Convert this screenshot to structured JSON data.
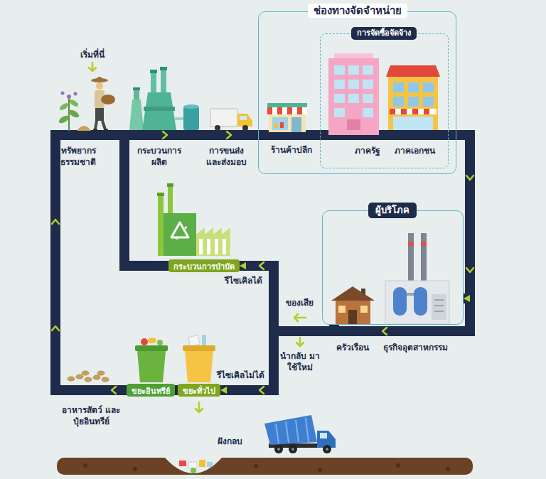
{
  "diagram": {
    "nodes": [
      {
        "text": [
          "ช่องทางจัดจำหน่าย",
          "ร้านค้าปลีก"
        ]
      },
      {
        "text": [
          "การจัดซื้อจัดจ้าง",
          "ภาครัฐ",
          "ภาคเอกชน"
        ],
        "in": 0
      },
      {
        "text": [
          "ผู้บริโภค"
        ]
      },
      {
        "text": [
          "กระบวนการบำบัด"
        ]
      },
      {
        "text": [
          "ขยะอินทรีย์"
        ]
      },
      {
        "text": [
          "ขยะทั่วไป"
        ]
      }
    ],
    "edges": [
      {
        "from": 0,
        "to": 2,
        "arrow": "to"
      },
      {
        "from": 2,
        "to": 3,
        "label": "รีไซเคิลได้",
        "arrow": "to"
      },
      {
        "from": 2,
        "to": 5,
        "label": "รีไซเคิลไม่ได้",
        "arrow": "to"
      }
    ],
    "labels": [
      "เริ่มที่นี่",
      "ทรัพยากร ธรรมชาติ",
      "กระบวนการ ผลิต",
      "การขนส่ง และส่งมอบ",
      "ครัวเรือน",
      "ธุรกิจอุตสาหกรรม",
      "ของเสีย",
      "นำกลับ มาใช้ใหม่",
      "อาหารสัตว์ และปุ๋ยอินทรีย์",
      "ฝังกลบ"
    ]
  }
}
